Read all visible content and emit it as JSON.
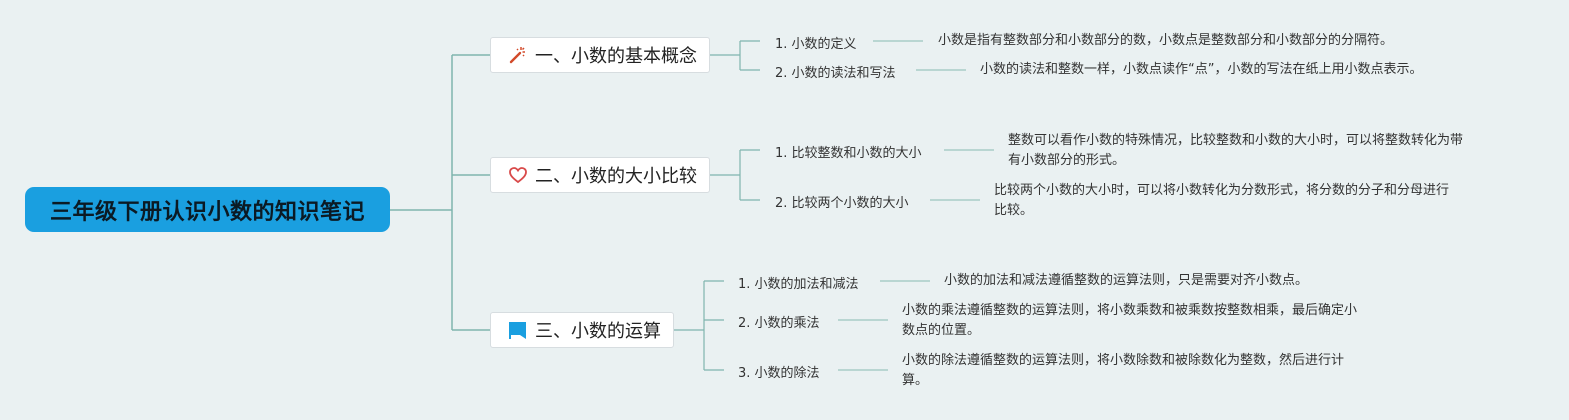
{
  "title": "三年级下册认识小数的知识笔记",
  "branches": [
    {
      "label": "一、小数的基本概念",
      "icon": "magic-wand-icon",
      "items": [
        {
          "topic": "1. 小数的定义",
          "desc": "小数是指有整数部分和小数部分的数，小数点是整数部分和小数部分的分隔符。"
        },
        {
          "topic": "2. 小数的读法和写法",
          "desc": "小数的读法和整数一样，小数点读作“点”，小数的写法在纸上用小数点表示。"
        }
      ]
    },
    {
      "label": "二、小数的大小比较",
      "icon": "heart-icon",
      "items": [
        {
          "topic": "1. 比较整数和小数的大小",
          "desc_lines": [
            "整数可以看作小数的特殊情况，比较整数和小数的大小时，可以将整数转化为带",
            "有小数部分的形式。"
          ]
        },
        {
          "topic": "2. 比较两个小数的大小",
          "desc_lines": [
            "比较两个小数的大小时，可以将小数转化为分数形式，将分数的分子和分母进行",
            "比较。"
          ]
        }
      ]
    },
    {
      "label": "三、小数的运算",
      "icon": "flag-icon",
      "items": [
        {
          "topic": "1. 小数的加法和减法",
          "desc": "小数的加法和减法遵循整数的运算法则，只是需要对齐小数点。"
        },
        {
          "topic": "2. 小数的乘法",
          "desc_lines": [
            "小数的乘法遵循整数的运算法则，将小数乘数和被乘数按整数相乘，最后确定小",
            "数点的位置。"
          ]
        },
        {
          "topic": "3. 小数的除法",
          "desc_lines": [
            "小数的除法遵循整数的运算法则，将小数除数和被除数化为整数，然后进行计",
            "算。"
          ]
        }
      ]
    }
  ],
  "colors": {
    "root": "#1a9fe0",
    "line": "#7fb5ae",
    "background": "#eaf1f2",
    "wand": "#d24a2a",
    "heart": "#d94a4a",
    "flag": "#1a9fe0"
  }
}
